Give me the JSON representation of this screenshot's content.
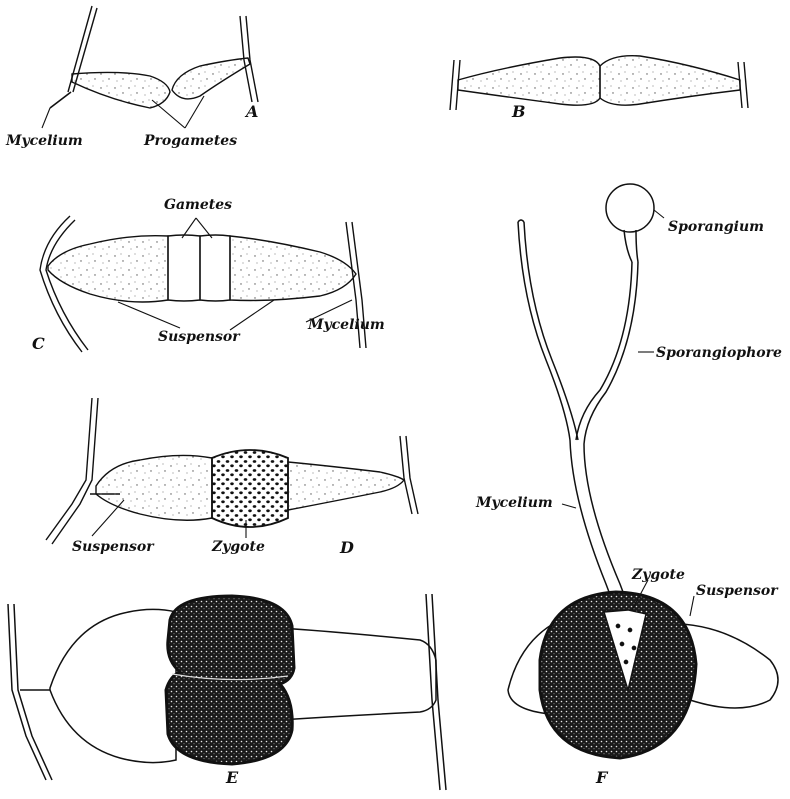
{
  "labels": {
    "mycelium": "Mycelium",
    "progametes": "Progametes",
    "gametes": "Gametes",
    "suspensor": "Suspensor",
    "zygote": "Zygote",
    "sporangium": "Sporangium",
    "sporangiophore": "Sporangiophore"
  },
  "panels": {
    "a": "A",
    "b": "B",
    "c": "C",
    "d": "D",
    "e": "E",
    "f": "F"
  }
}
